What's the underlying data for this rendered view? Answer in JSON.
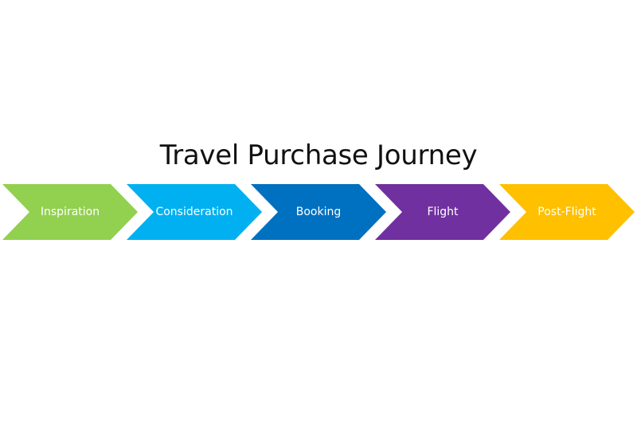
{
  "diagram": {
    "title": "Travel Purchase Journey",
    "steps": [
      {
        "label": "Inspiration",
        "color": "#92d050"
      },
      {
        "label": "Consideration",
        "color": "#00b0f0"
      },
      {
        "label": "Booking",
        "color": "#0070c0"
      },
      {
        "label": "Flight",
        "color": "#7030a0"
      },
      {
        "label": "Post-Flight",
        "color": "#ffc000"
      }
    ]
  }
}
